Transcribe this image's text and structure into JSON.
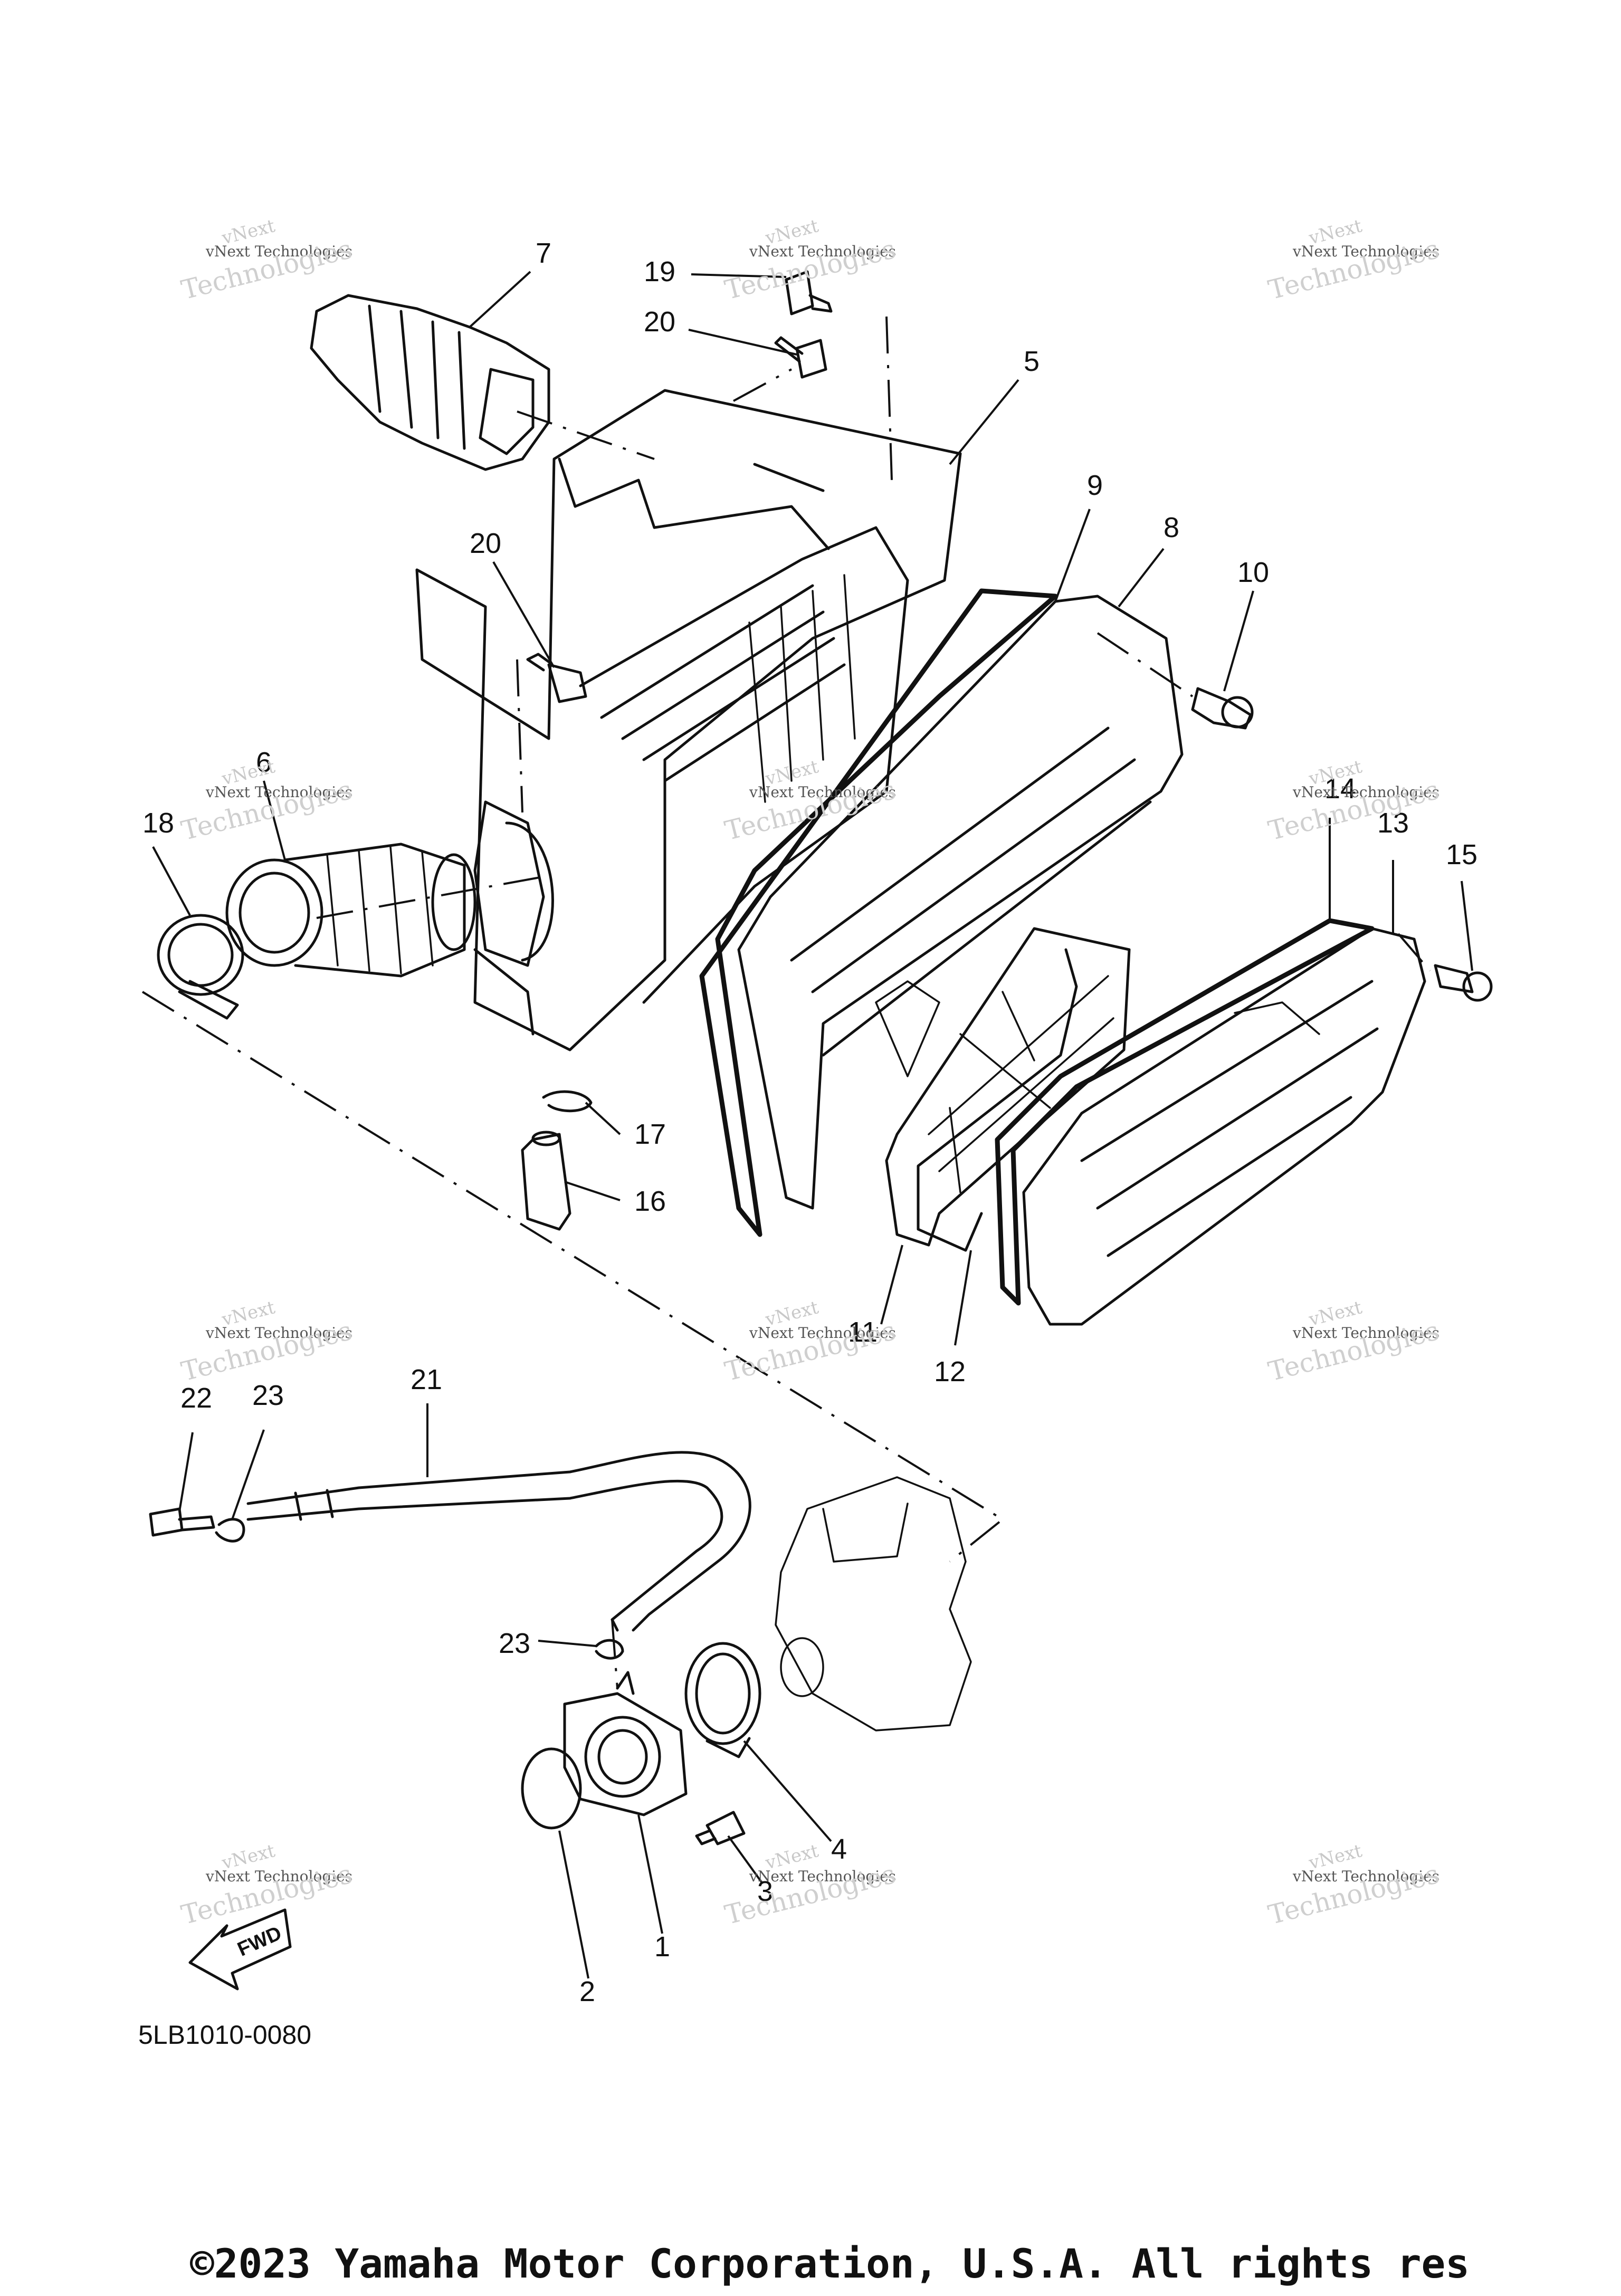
{
  "callouts": [
    {
      "id": "7",
      "label": "7"
    },
    {
      "id": "19",
      "label": "19"
    },
    {
      "id": "20a",
      "label": "20"
    },
    {
      "id": "5",
      "label": "5"
    },
    {
      "id": "20b",
      "label": "20"
    },
    {
      "id": "9",
      "label": "9"
    },
    {
      "id": "8",
      "label": "8"
    },
    {
      "id": "10",
      "label": "10"
    },
    {
      "id": "6",
      "label": "6"
    },
    {
      "id": "18",
      "label": "18"
    },
    {
      "id": "14",
      "label": "14"
    },
    {
      "id": "13",
      "label": "13"
    },
    {
      "id": "15",
      "label": "15"
    },
    {
      "id": "17",
      "label": "17"
    },
    {
      "id": "16",
      "label": "16"
    },
    {
      "id": "11",
      "label": "11"
    },
    {
      "id": "12",
      "label": "12"
    },
    {
      "id": "21",
      "label": "21"
    },
    {
      "id": "22",
      "label": "22"
    },
    {
      "id": "23a",
      "label": "23"
    },
    {
      "id": "23b",
      "label": "23"
    },
    {
      "id": "4",
      "label": "4"
    },
    {
      "id": "3",
      "label": "3"
    },
    {
      "id": "1",
      "label": "1"
    },
    {
      "id": "2",
      "label": "2"
    }
  ],
  "fwd_label": "FWD",
  "drawing_code": "5LB1010-0080",
  "copyright": "©2023 Yamaha Motor Corporation, U.S.A. All rights res",
  "watermark": {
    "top": "vNext",
    "mid": "vNext Technologies",
    "big": "Technologies"
  }
}
